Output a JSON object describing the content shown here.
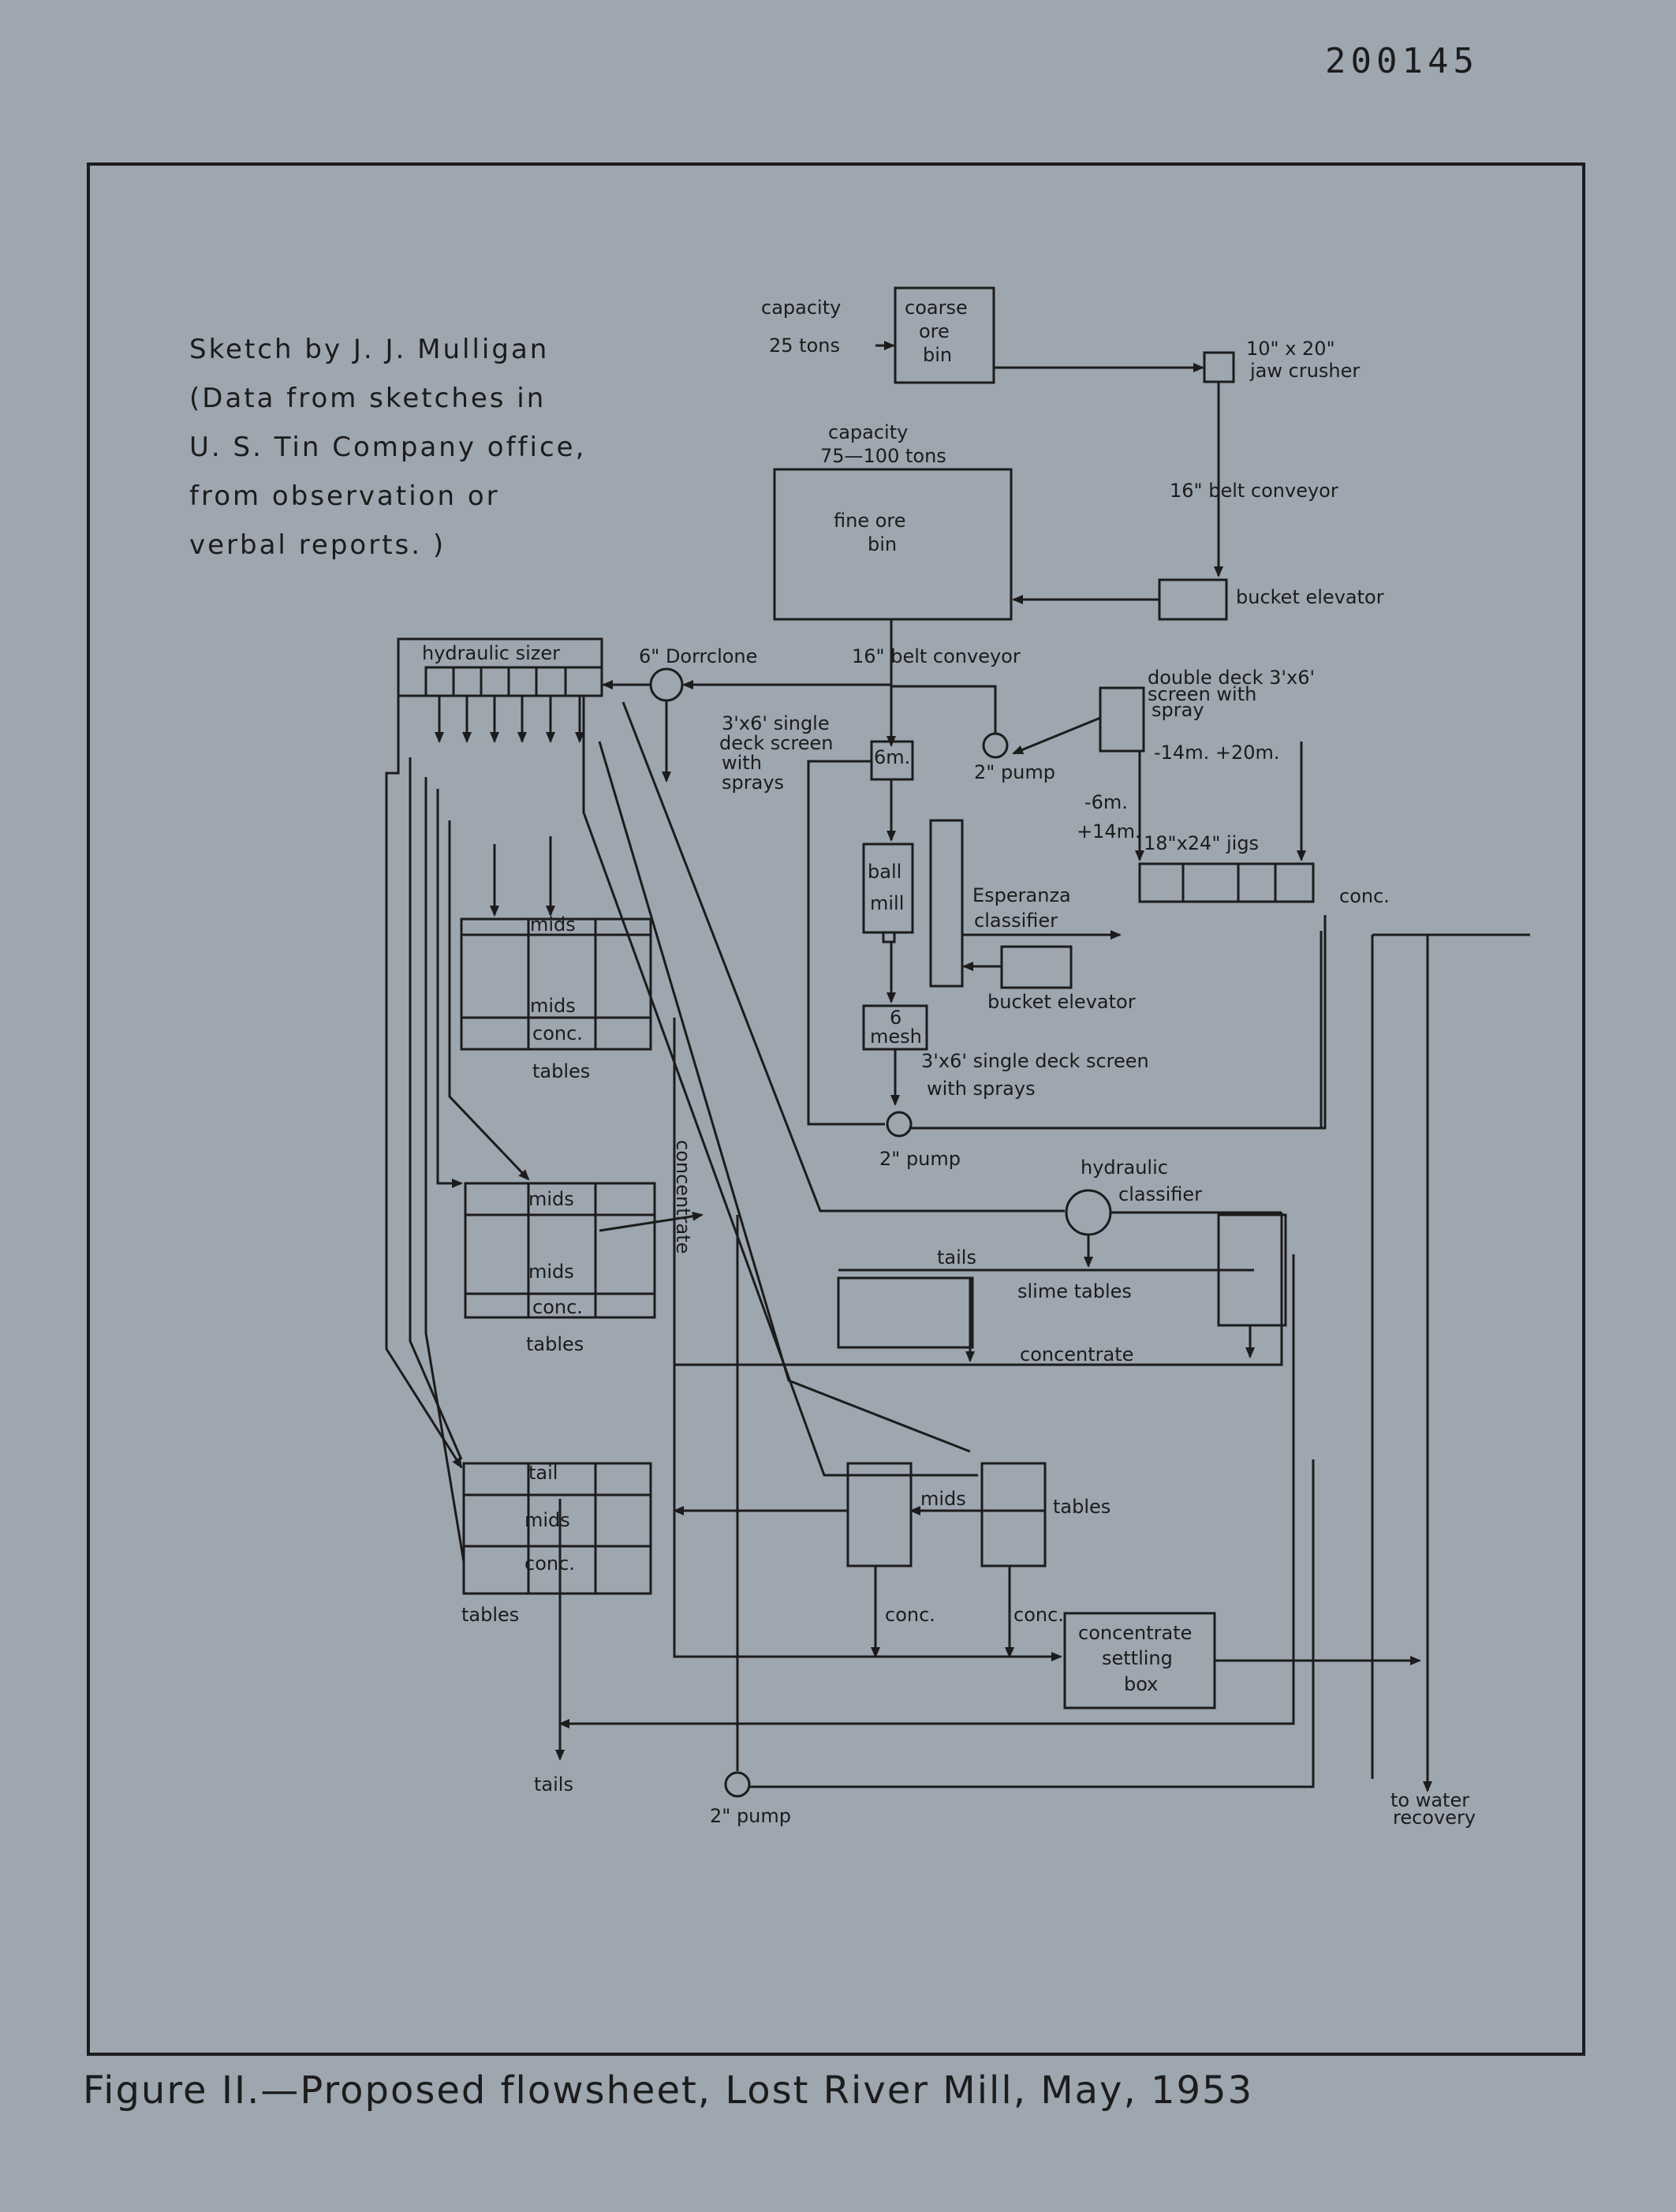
{
  "page_number": "200145",
  "credit": {
    "line1": "Sketch by J. J. Mulligan",
    "line2": "(Data from sketches in",
    "line3": "U. S. Tin Company office,",
    "line4": "from observation or",
    "line5": "verbal reports. )"
  },
  "caption": "Figure II.—Proposed flowsheet, Lost River Mill, May, 1953",
  "labels": {
    "capacity_coarse_1": "capacity",
    "capacity_coarse_2": "25 tons",
    "coarse_bin_1": "coarse",
    "coarse_bin_2": "ore",
    "coarse_bin_3": "bin",
    "jaw_crusher_1": "10\" x 20\"",
    "jaw_crusher_2": "jaw crusher",
    "capacity_fine_1": "capacity",
    "capacity_fine_2": "75—100 tons",
    "fine_bin_1": "fine ore",
    "fine_bin_2": "bin",
    "belt_conveyor_top": "16\" belt conveyor",
    "bucket_elevator_top": "bucket elevator",
    "hydraulic_sizer": "hydraulic sizer",
    "dorrclone": "6\" Dorrclone",
    "belt_conveyor_mid": "16\" belt conveyor",
    "double_deck_1": "double deck 3'x6'",
    "double_deck_2": "screen with",
    "double_deck_3": "spray",
    "screen_single_1": "3'x6' single",
    "screen_single_2": "deck screen",
    "screen_single_3": "with",
    "screen_single_4": "sprays",
    "box_6m": "6m.",
    "pump_top": "2\" pump",
    "minus14_plus20": "-14m. +20m.",
    "minus6": "-6m.",
    "plus14": "+14m.",
    "jigs": "18\"x24\" jigs",
    "ball_mill_1": "ball",
    "ball_mill_2": "mill",
    "esperanza_1": "Esperanza",
    "esperanza_2": "classifier",
    "conc_jigs": "conc.",
    "bucket_elevator_mid": "bucket elevator",
    "mesh_box_1": "6",
    "mesh_box_2": "mesh",
    "screen_low_1": "3'x6' single deck screen",
    "screen_low_2": "with sprays",
    "pump_mid": "2\" pump",
    "hyd_classifier_1": "hydraulic",
    "hyd_classifier_2": "classifier",
    "t1_mids_a": "mids",
    "t1_mids_b": "mids",
    "t1_conc": "conc.",
    "t1_tables": "tables",
    "t2_mids_a": "mids",
    "t2_mids_b": "mids",
    "t2_conc": "conc.",
    "t2_tables": "tables",
    "concentrate_vertical": "concentrate",
    "tails_slime": "tails",
    "slime_tables": "slime tables",
    "concentrate_slime": "concentrate",
    "t3_tail": "tail",
    "t3_mids": "mids",
    "t3_conc": "conc.",
    "t3_tables": "tables",
    "mids_right": "mids",
    "tables_right": "tables",
    "conc_right_1": "conc.",
    "conc_right_2": "conc.",
    "settling_1": "concentrate",
    "settling_2": "settling",
    "settling_3": "box",
    "tails_bottom": "tails",
    "pump_bottom": "2\" pump",
    "water_1": "to water",
    "water_2": "recovery"
  }
}
